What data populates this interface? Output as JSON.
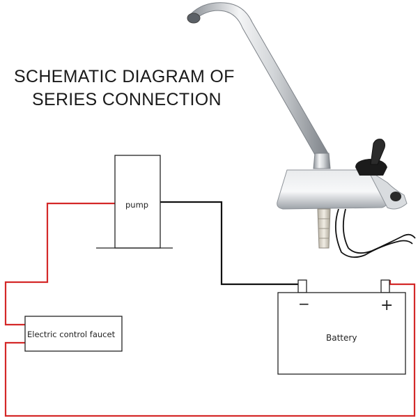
{
  "title": {
    "line1": "SCHEMATIC DIAGRAM OF",
    "line2": "SERIES CONNECTION"
  },
  "components": {
    "pump": {
      "label": "pump"
    },
    "faucet": {
      "label": "Electric control faucet"
    },
    "battery": {
      "label": "Battery",
      "negative_symbol": "−",
      "positive_symbol": "+"
    }
  },
  "colors": {
    "positive_wire": "#d42828",
    "negative_wire": "#111111",
    "faucet_chrome": "#c8ccd0"
  },
  "image": {
    "icon": "electric-faucet-with-toggle-switch"
  }
}
